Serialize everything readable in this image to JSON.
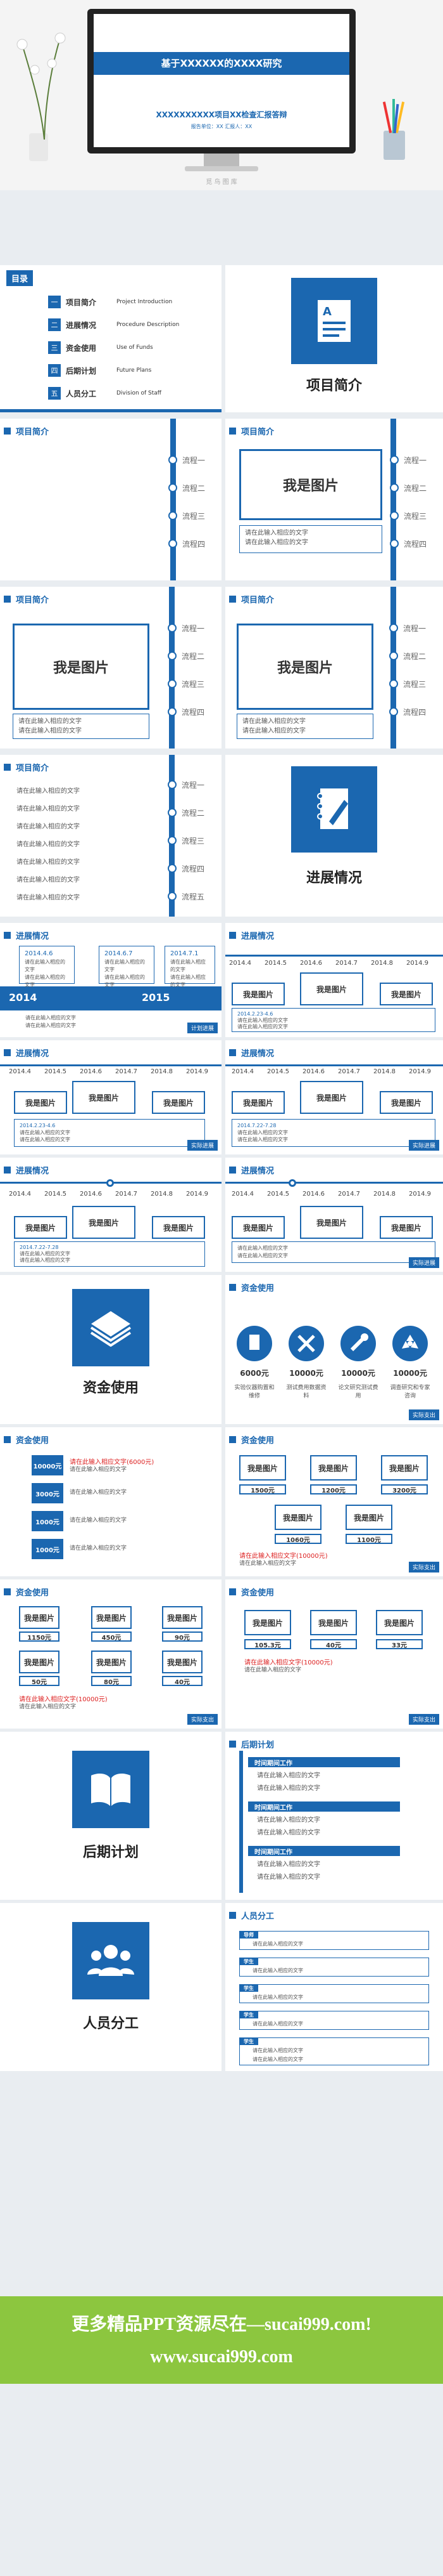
{
  "cover": {
    "title": "基于XXXXXX的XXXX研究",
    "subtitle": "XXXXXXXXXX项目XX检查汇报答辩",
    "reporter": "报告单位：XX    汇报人：XX",
    "watermark": "觅 鸟 图 库"
  },
  "toc": {
    "label": "目录",
    "items": [
      {
        "num": "一",
        "cn": "项目简介",
        "en": "Project Introduction"
      },
      {
        "num": "二",
        "cn": "进展情况",
        "en": "Procedure Description"
      },
      {
        "num": "三",
        "cn": "资金使用",
        "en": "Use of Funds"
      },
      {
        "num": "四",
        "cn": "后期计划",
        "en": "Future Plans"
      },
      {
        "num": "五",
        "cn": "人员分工",
        "en": "Division of Staff"
      }
    ]
  },
  "sections": {
    "intro": "项目简介",
    "progress": "进展情况",
    "funds": "资金使用",
    "plans": "后期计划",
    "staff": "人员分工"
  },
  "placeholder": {
    "big": "我是图片",
    "small": "我是图片",
    "line": "请在此输入相应的文字"
  },
  "flow": [
    "流程一",
    "流程二",
    "流程三",
    "流程四",
    "流程五"
  ],
  "timeline": {
    "years": [
      "2014.4",
      "2014.5",
      "2014.6",
      "2014.7",
      "2014.8",
      "2014.9"
    ],
    "y2014": "2014",
    "y2015": "2015",
    "boxdates": [
      "2014.4.6",
      "2014.6.7",
      "2014.7.1"
    ],
    "date1": "2014.2.23-4.6",
    "date2": "2014.7.22-7.28",
    "tag": "实际进展",
    "tag2": "计划进展"
  },
  "funds": {
    "amounts": [
      "6000元",
      "10000元",
      "10000元",
      "10000元"
    ],
    "captions": [
      "实验仪器购置和维修",
      "测试费用数据资料",
      "论文研究测试费用",
      "调查研究和专家咨询"
    ],
    "rows": [
      "10000元",
      "3000元",
      "1000元",
      "1000元"
    ],
    "cells": [
      "1500元",
      "1200元",
      "3200元",
      "1060元",
      "1100元"
    ],
    "cells2": [
      "1150元",
      "450元",
      "90元",
      "50元",
      "80元",
      "40元"
    ],
    "cells3": [
      "105.3元",
      "40元",
      "33元"
    ],
    "red1": "请在此输入相应文字(6000元)",
    "red2": "请在此输入相应文字(10000元)",
    "red3": "请在此输入相应文字(10000元)",
    "tag": "实际支出"
  },
  "plans": {
    "rows": [
      "时间期间工作",
      "时间期间工作",
      "时间期间工作"
    ]
  },
  "staff": {
    "rows": [
      "导师",
      "学生",
      "学生",
      "学生",
      "学生"
    ]
  },
  "banner": {
    "line1": "更多精品PPT资源尽在—sucai999.com!",
    "line2": "www.sucai999.com"
  },
  "colors": {
    "accent": "#1b67b0",
    "green": "#8cc63f"
  }
}
